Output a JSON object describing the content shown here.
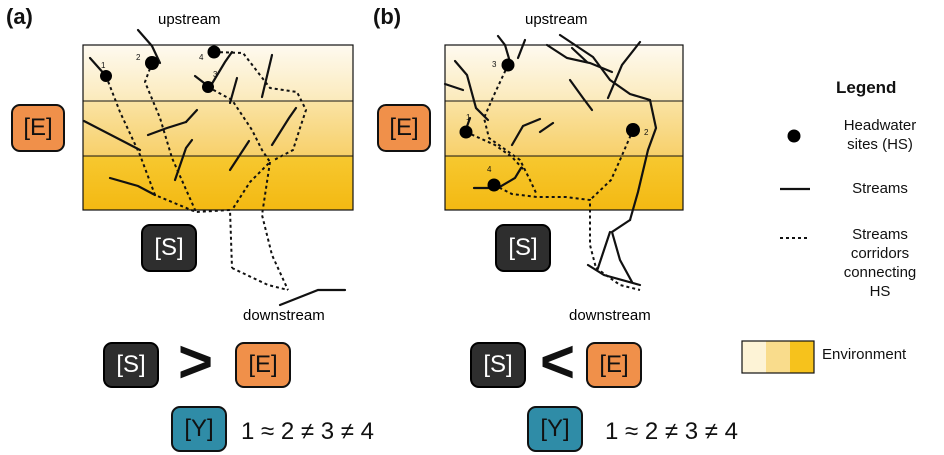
{
  "panels": [
    {
      "label": "(a)",
      "upstream": "upstream",
      "downstream": "downstream",
      "tag_e": "[E]",
      "tag_s": "[S]",
      "tag_y": "[Y]",
      "relation": ">",
      "equation": "1 ≈ 2 ≠ 3 ≠ 4",
      "sites": [
        "1",
        "2",
        "3",
        "4"
      ]
    },
    {
      "label": "(b)",
      "upstream": "upstream",
      "downstream": "downstream",
      "tag_e": "[E]",
      "tag_s": "[S]",
      "tag_y": "[Y]",
      "relation": "<",
      "equation": "1 ≈ 2 ≠ 3 ≠ 4",
      "sites": [
        "1",
        "2",
        "3",
        "4"
      ]
    }
  ],
  "legend": {
    "title": "Legend",
    "headwater": "Headwater sites (HS)",
    "headwater_lines": [
      "Headwater",
      "sites (HS)"
    ],
    "streams": "Streams",
    "corridors_lines": [
      "Streams",
      "corridors",
      "connecting",
      "HS"
    ],
    "environment": "Environment"
  },
  "colors": {
    "band_light": "#fdf3d6",
    "band_mid": "#f9dc8c",
    "band_dark": "#f6c21c",
    "tag_e": "#f0904a",
    "tag_s": "#2e2e2e",
    "tag_y": "#2f8ca7"
  }
}
